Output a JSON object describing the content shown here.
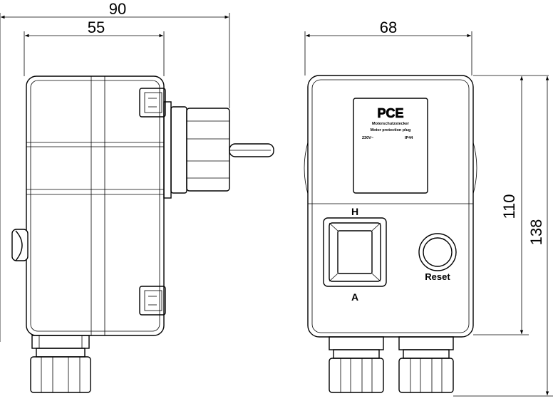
{
  "dimensions": {
    "width_total": "90",
    "width_body": "55",
    "front_width": "68",
    "height_body": "110",
    "height_total": "138"
  },
  "label": {
    "brand": "PCE",
    "line1": "Motorschutzstecker",
    "line2": "Motor protection plug",
    "voltage": "230V~",
    "ip": "IP44"
  },
  "switch": {
    "top_mark": "H",
    "bottom_mark": "A"
  },
  "reset_label": "Reset"
}
